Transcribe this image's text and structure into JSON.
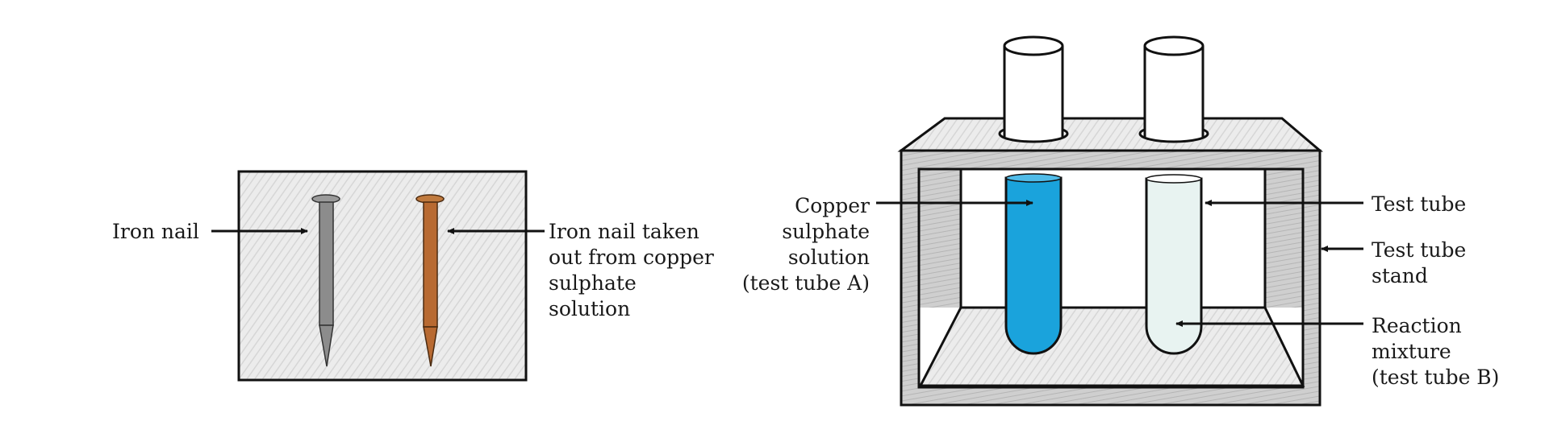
{
  "figure_left": {
    "labels": {
      "iron_nail": "Iron nail",
      "iron_nail_taken_out": "Iron nail taken\nout from copper\nsulphate\nsolution"
    },
    "colors": {
      "iron_nail": "#8c8c8c",
      "copper_coated_nail": "#b86a32",
      "background": "#e6e6e6"
    }
  },
  "figure_right": {
    "labels": {
      "copper_sulphate": "Copper\nsulphate\nsolution\n(test tube A)",
      "test_tube": "Test tube",
      "test_tube_stand": "Test tube\nstand",
      "reaction_mixture": "Reaction\nmixture\n(test tube B)"
    },
    "colors": {
      "copper_sulphate_solution": "#1aa3dc",
      "reaction_mixture": "#e8f3f1",
      "stand": "#cfcfcf"
    }
  }
}
